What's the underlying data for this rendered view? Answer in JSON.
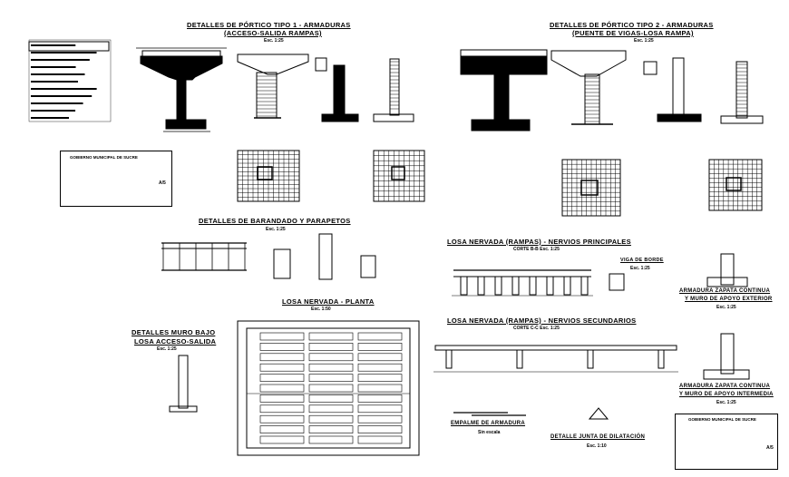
{
  "titles": {
    "portico1": "DETALLES DE PÓRTICO TIPO 1 - ARMADURAS",
    "portico1_sub": "(ACCESO-SALIDA RAMPAS)",
    "portico1_scale": "Esc. 1:25",
    "portico2": "DETALLES DE PÓRTICO TIPO 2 - ARMADURAS",
    "portico2_sub": "(PUENTE DE VIGAS-LOSA RAMPA)",
    "portico2_scale": "Esc. 1:25",
    "barandado": "DETALLES DE BARANDADO Y PARAPETOS",
    "barandado_scale": "Esc. 1:25",
    "losa_principal": "LOSA NERVADA (RAMPAS) - NERVIOS PRINCIPALES",
    "losa_principal_cut": "CORTE B-B Esc. 1:25",
    "viga_borde": "VIGA DE BORDE",
    "viga_borde_scale": "Esc. 1:25",
    "losa_planta": "LOSA NERVADA - PLANTA",
    "losa_planta_scale": "Esc. 1:50",
    "losa_secundario": "LOSA NERVADA (RAMPAS) - NERVIOS SECUNDARIOS",
    "losa_secundario_cut": "CORTE C-C Esc. 1:25",
    "muro_line1": "DETALLES MURO BAJO",
    "muro_line2": "LOSA ACCESO-SALIDA",
    "muro_scale": "Esc. 1:25",
    "zapata1_line1": "ARMADURA ZAPATA CONTINUA",
    "zapata1_line2": "Y MURO DE APOYO EXTERIOR",
    "zapata1_scale": "Esc. 1:25",
    "zapata2_line1": "ARMADURA ZAPATA CONTINUA",
    "zapata2_line2": "Y MURO DE APOYO INTERMEDIA",
    "zapata2_scale": "Esc. 1:25",
    "empalme": "EMPALME DE ARMADURA",
    "empalme_sub": "Sin escala",
    "junta": "DETALLE JUNTA DE DILATACIÓN",
    "junta_scale": "Esc. 1:10"
  },
  "title_block_left": {
    "header": "GOBIERNO MUNICIPAL DE SUCRE",
    "sheet": "A/5"
  },
  "title_block_right": {
    "header": "GOBIERNO MUNICIPAL DE SUCRE",
    "sheet": "A/5"
  }
}
